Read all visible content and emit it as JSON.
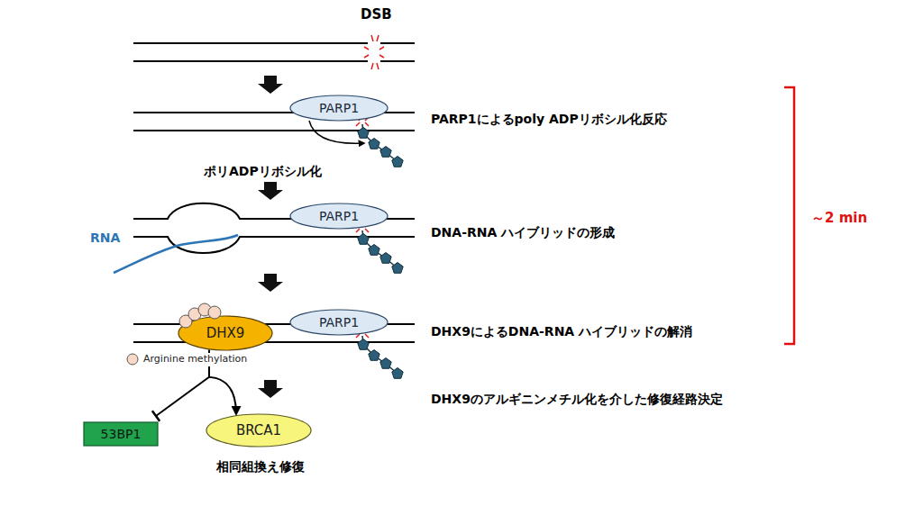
{
  "diagram": {
    "nodes": [
      {
        "text": [
          "PARP1"
        ]
      },
      {
        "text": [
          "PARP1"
        ]
      },
      {
        "text": [
          "DHX9"
        ]
      },
      {
        "text": [
          "PARP1"
        ]
      },
      {
        "text": [
          "53BP1"
        ]
      },
      {
        "text": [
          "BRCA1"
        ]
      }
    ],
    "edges": [
      {
        "from": 2,
        "to": 4,
        "arrow": "to"
      },
      {
        "from": 2,
        "to": 5,
        "arrow": "to"
      }
    ],
    "labels": [
      "DSB",
      "PARP1によるpoly ADPリボシル化反応",
      "ポリADPリボシル化",
      "RNA",
      "DNA-RNA ハイブリッドの形成",
      "DHX9によるDNA-RNA ハイブリッドの解消",
      "Arginine methylation",
      "～2 min",
      "DHX9のアルギニンメチル化を介した修復経路決定",
      "相同組換え修復"
    ]
  }
}
